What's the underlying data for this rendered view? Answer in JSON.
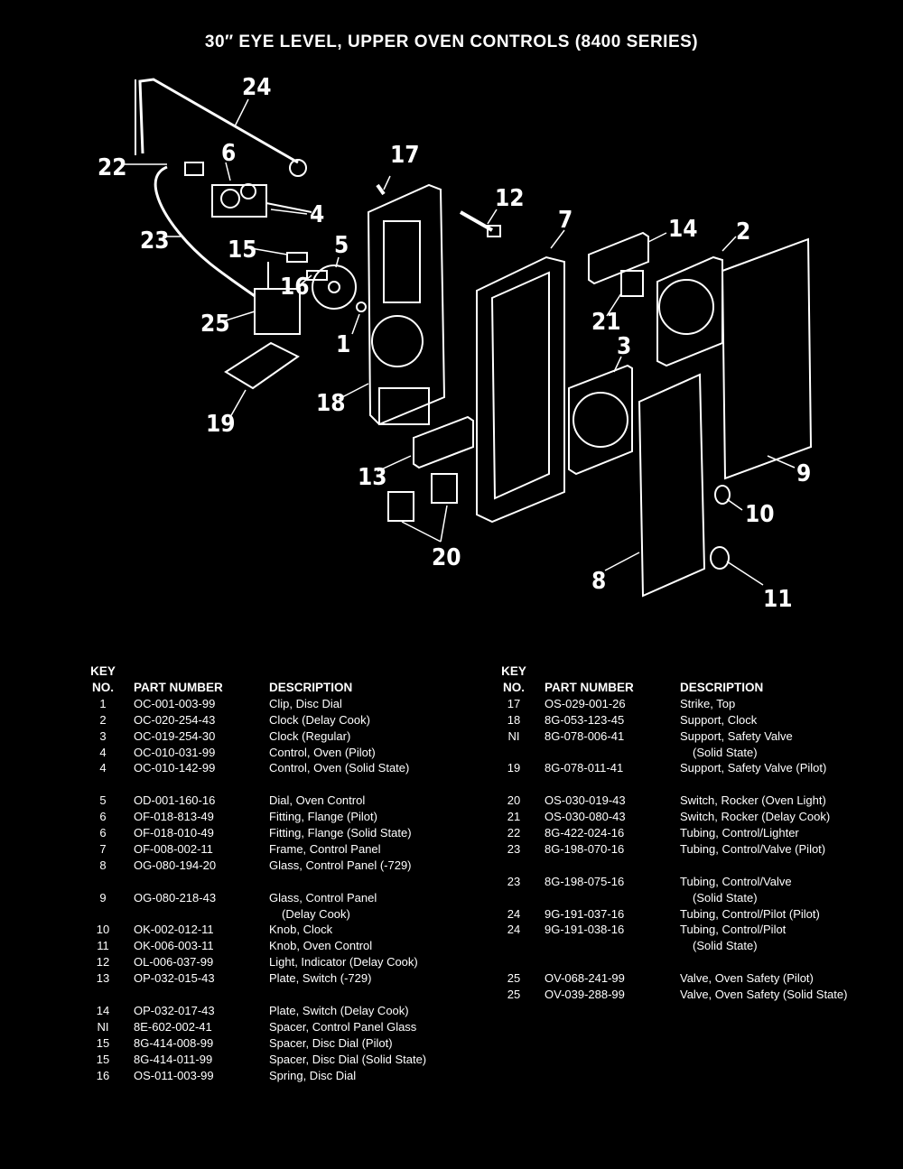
{
  "title": "30″ EYE LEVEL, UPPER OVEN CONTROLS (8400 SERIES)",
  "callouts": [
    "24",
    "22",
    "6",
    "17",
    "12",
    "7",
    "14",
    "2",
    "4",
    "23",
    "15",
    "5",
    "16",
    "25",
    "1",
    "21",
    "3",
    "18",
    "19",
    "13",
    "9",
    "10",
    "20",
    "8",
    "11"
  ],
  "table_headers": {
    "key": "KEY",
    "no": "NO.",
    "part_number": "PART NUMBER",
    "description": "DESCRIPTION"
  },
  "left_parts": [
    {
      "key": "1",
      "pn": "OC-001-003-99",
      "desc": "Clip, Disc Dial"
    },
    {
      "key": "2",
      "pn": "OC-020-254-43",
      "desc": "Clock (Delay Cook)"
    },
    {
      "key": "3",
      "pn": "OC-019-254-30",
      "desc": "Clock (Regular)"
    },
    {
      "key": "4",
      "pn": "OC-010-031-99",
      "desc": "Control, Oven (Pilot)"
    },
    {
      "key": "4",
      "pn": "OC-010-142-99",
      "desc": "Control, Oven (Solid State)"
    },
    {
      "key": "5",
      "pn": "OD-001-160-16",
      "desc": "Dial, Oven Control"
    },
    {
      "key": "6",
      "pn": "OF-018-813-49",
      "desc": "Fitting, Flange (Pilot)"
    },
    {
      "key": "6",
      "pn": "OF-018-010-49",
      "desc": "Fitting, Flange (Solid State)"
    },
    {
      "key": "7",
      "pn": "OF-008-002-11",
      "desc": "Frame, Control Panel"
    },
    {
      "key": "8",
      "pn": "OG-080-194-20",
      "desc": "Glass, Control Panel (-729)"
    },
    {
      "key": "9",
      "pn": "OG-080-218-43",
      "desc": "Glass, Control Panel",
      "desc2": "(Delay Cook)"
    },
    {
      "key": "10",
      "pn": "OK-002-012-11",
      "desc": "Knob, Clock"
    },
    {
      "key": "11",
      "pn": "OK-006-003-11",
      "desc": "Knob, Oven Control"
    },
    {
      "key": "12",
      "pn": "OL-006-037-99",
      "desc": "Light, Indicator (Delay Cook)"
    },
    {
      "key": "13",
      "pn": "OP-032-015-43",
      "desc": "Plate, Switch (-729)"
    },
    {
      "key": "14",
      "pn": "OP-032-017-43",
      "desc": "Plate, Switch (Delay Cook)"
    },
    {
      "key": "NI",
      "pn": "8E-602-002-41",
      "desc": "Spacer, Control Panel Glass"
    },
    {
      "key": "15",
      "pn": "8G-414-008-99",
      "desc": "Spacer, Disc Dial (Pilot)"
    },
    {
      "key": "15",
      "pn": "8G-414-011-99",
      "desc": "Spacer, Disc Dial (Solid State)"
    },
    {
      "key": "16",
      "pn": "OS-011-003-99",
      "desc": "Spring, Disc Dial"
    }
  ],
  "right_parts": [
    {
      "key": "17",
      "pn": "OS-029-001-26",
      "desc": "Strike, Top"
    },
    {
      "key": "18",
      "pn": "8G-053-123-45",
      "desc": "Support, Clock"
    },
    {
      "key": "NI",
      "pn": "8G-078-006-41",
      "desc": "Support, Safety Valve",
      "desc2": "(Solid State)"
    },
    {
      "key": "19",
      "pn": "8G-078-011-41",
      "desc": "Support, Safety Valve (Pilot)"
    },
    {
      "key": "20",
      "pn": "OS-030-019-43",
      "desc": "Switch, Rocker (Oven Light)"
    },
    {
      "key": "21",
      "pn": "OS-030-080-43",
      "desc": "Switch, Rocker (Delay Cook)"
    },
    {
      "key": "22",
      "pn": "8G-422-024-16",
      "desc": "Tubing, Control/Lighter"
    },
    {
      "key": "23",
      "pn": "8G-198-070-16",
      "desc": "Tubing, Control/Valve (Pilot)"
    },
    {
      "key": "23",
      "pn": "8G-198-075-16",
      "desc": "Tubing, Control/Valve",
      "desc2": "(Solid State)"
    },
    {
      "key": "24",
      "pn": "9G-191-037-16",
      "desc": "Tubing, Control/Pilot (Pilot)"
    },
    {
      "key": "24",
      "pn": "9G-191-038-16",
      "desc": "Tubing, Control/Pilot",
      "desc2": "(Solid State)"
    },
    {
      "key": "25",
      "pn": "OV-068-241-99",
      "desc": "Valve, Oven Safety (Pilot)"
    },
    {
      "key": "25",
      "pn": "OV-039-288-99",
      "desc": "Valve, Oven Safety (Solid State)"
    }
  ]
}
